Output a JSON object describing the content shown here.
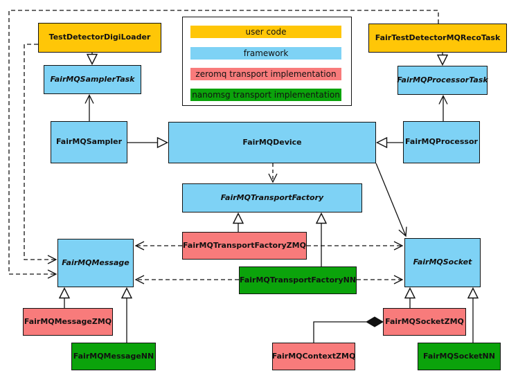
{
  "palette": {
    "user_code": "#FFC607",
    "framework": "#7ED2F5",
    "zeromq": "#F87B7B",
    "nanomsg": "#0BA30B",
    "line": "#111111",
    "background": "#FFFFFF"
  },
  "legend": {
    "items": [
      {
        "label": "user code",
        "color": "#FFC607"
      },
      {
        "label": "framework",
        "color": "#7ED2F5"
      },
      {
        "label": "zeromq transport implementation",
        "color": "#F87B7B"
      },
      {
        "label": "nanomsg transport implementation",
        "color": "#0BA30B"
      }
    ]
  },
  "nodes": {
    "testDetectorDigiLoader": {
      "label": "TestDetectorDigiLoader",
      "category": "user code",
      "abstract": false
    },
    "fairTestDetectorMQRecoTask": {
      "label": "FairTestDetectorMQRecoTask",
      "category": "user code",
      "abstract": false
    },
    "fairMQSamplerTask": {
      "label": "FairMQSamplerTask",
      "category": "framework",
      "abstract": true
    },
    "fairMQProcessorTask": {
      "label": "FairMQProcessorTask",
      "category": "framework",
      "abstract": true
    },
    "fairMQSampler": {
      "label": "FairMQSampler",
      "category": "framework",
      "abstract": false
    },
    "fairMQDevice": {
      "label": "FairMQDevice",
      "category": "framework",
      "abstract": false
    },
    "fairMQProcessor": {
      "label": "FairMQProcessor",
      "category": "framework",
      "abstract": false
    },
    "fairMQTransportFactory": {
      "label": "FairMQTransportFactory",
      "category": "framework",
      "abstract": true
    },
    "fairMQTransportFactoryZMQ": {
      "label": "FairMQTransportFactoryZMQ",
      "category": "zeromq",
      "abstract": false
    },
    "fairMQTransportFactoryNN": {
      "label": "FairMQTransportFactoryNN",
      "category": "nanomsg",
      "abstract": false
    },
    "fairMQMessage": {
      "label": "FairMQMessage",
      "category": "framework",
      "abstract": true
    },
    "fairMQSocket": {
      "label": "FairMQSocket",
      "category": "framework",
      "abstract": true
    },
    "fairMQMessageZMQ": {
      "label": "FairMQMessageZMQ",
      "category": "zeromq",
      "abstract": false
    },
    "fairMQMessageNN": {
      "label": "FairMQMessageNN",
      "category": "nanomsg",
      "abstract": false
    },
    "fairMQContextZMQ": {
      "label": "FairMQContextZMQ",
      "category": "zeromq",
      "abstract": false
    },
    "fairMQSocketZMQ": {
      "label": "FairMQSocketZMQ",
      "category": "zeromq",
      "abstract": false
    },
    "fairMQSocketNN": {
      "label": "FairMQSocketNN",
      "category": "nanomsg",
      "abstract": false
    }
  },
  "edges": [
    {
      "from": "TestDetectorDigiLoader",
      "to": "FairMQSamplerTask",
      "type": "inheritance"
    },
    {
      "from": "FairTestDetectorMQRecoTask",
      "to": "FairMQProcessorTask",
      "type": "inheritance"
    },
    {
      "from": "FairMQSampler",
      "to": "FairMQDevice",
      "type": "inheritance"
    },
    {
      "from": "FairMQProcessor",
      "to": "FairMQDevice",
      "type": "inheritance"
    },
    {
      "from": "FairMQTransportFactoryZMQ",
      "to": "FairMQTransportFactory",
      "type": "inheritance"
    },
    {
      "from": "FairMQTransportFactoryNN",
      "to": "FairMQTransportFactory",
      "type": "inheritance"
    },
    {
      "from": "FairMQMessageZMQ",
      "to": "FairMQMessage",
      "type": "inheritance"
    },
    {
      "from": "FairMQMessageNN",
      "to": "FairMQMessage",
      "type": "inheritance"
    },
    {
      "from": "FairMQSocketZMQ",
      "to": "FairMQSocket",
      "type": "inheritance"
    },
    {
      "from": "FairMQSocketNN",
      "to": "FairMQSocket",
      "type": "inheritance"
    },
    {
      "from": "FairMQSampler",
      "to": "FairMQSamplerTask",
      "type": "association"
    },
    {
      "from": "FairMQProcessor",
      "to": "FairMQProcessorTask",
      "type": "association"
    },
    {
      "from": "FairMQDevice",
      "to": "FairMQSocket",
      "type": "association"
    },
    {
      "from": "FairMQDevice",
      "to": "FairMQTransportFactory",
      "type": "dependency"
    },
    {
      "from": "TestDetectorDigiLoader",
      "to": "FairMQMessage",
      "type": "dependency"
    },
    {
      "from": "FairTestDetectorMQRecoTask",
      "to": "FairMQMessage",
      "type": "dependency"
    },
    {
      "from": "FairMQTransportFactoryZMQ",
      "to": "FairMQMessage",
      "type": "dependency"
    },
    {
      "from": "FairMQTransportFactoryZMQ",
      "to": "FairMQSocket",
      "type": "dependency"
    },
    {
      "from": "FairMQTransportFactoryNN",
      "to": "FairMQMessage",
      "type": "dependency"
    },
    {
      "from": "FairMQTransportFactoryNN",
      "to": "FairMQSocket",
      "type": "dependency"
    },
    {
      "from": "FairMQSocketZMQ",
      "to": "FairMQContextZMQ",
      "type": "composition"
    }
  ]
}
